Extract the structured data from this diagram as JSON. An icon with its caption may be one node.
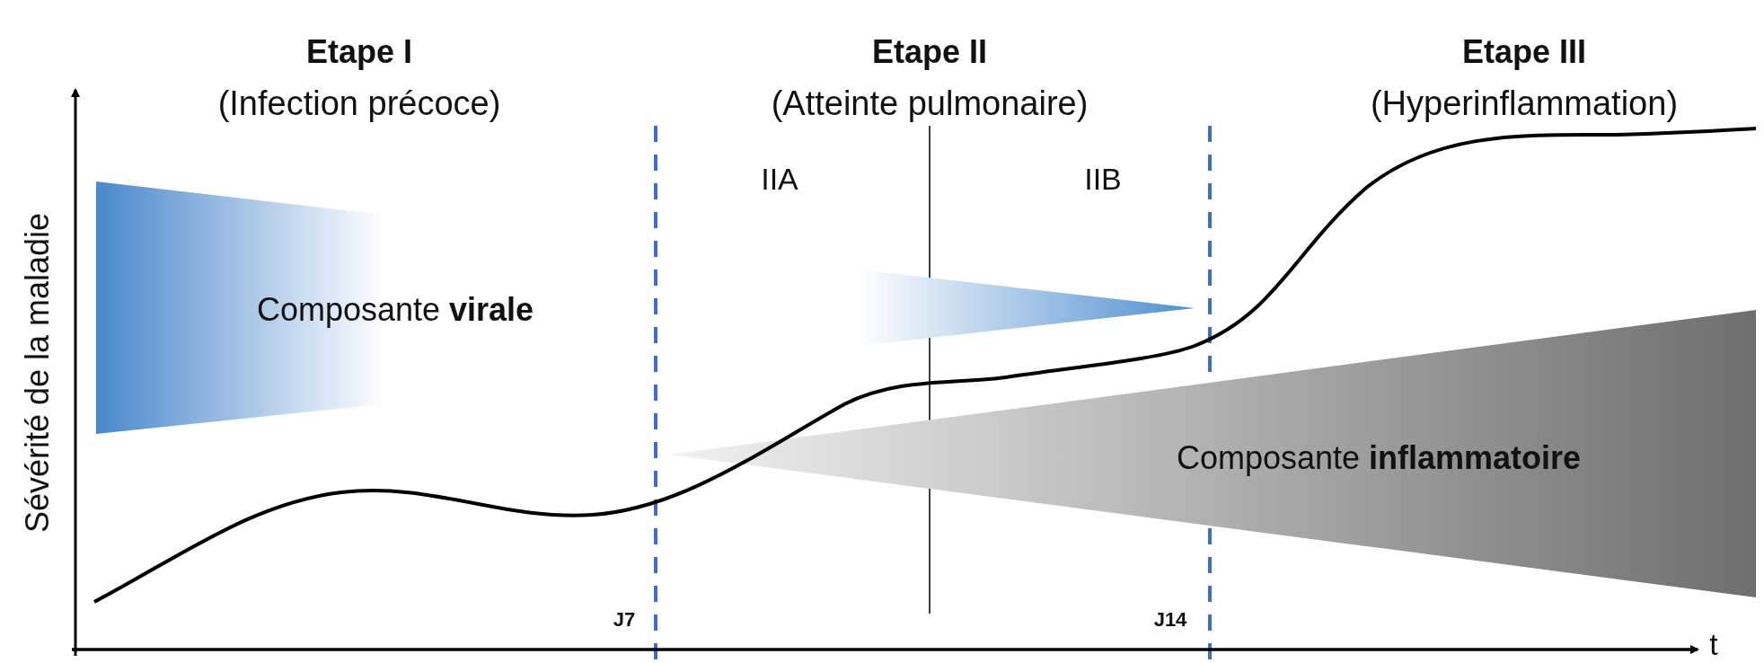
{
  "diagram": {
    "nodes": [
      {
        "text": [
          "Composante **virale**"
        ]
      },
      {
        "text": [
          "Composante **inflammatoire**"
        ]
      }
    ],
    "labels": [
      "Etape I",
      "(Infection précoce)",
      "Etape II",
      "(Atteinte pulmonaire)",
      "Etape III",
      "(Hyperinflammation)",
      "Sévérité de la maladie",
      "IIA",
      "IIB",
      "J7",
      "J14",
      "t"
    ]
  }
}
